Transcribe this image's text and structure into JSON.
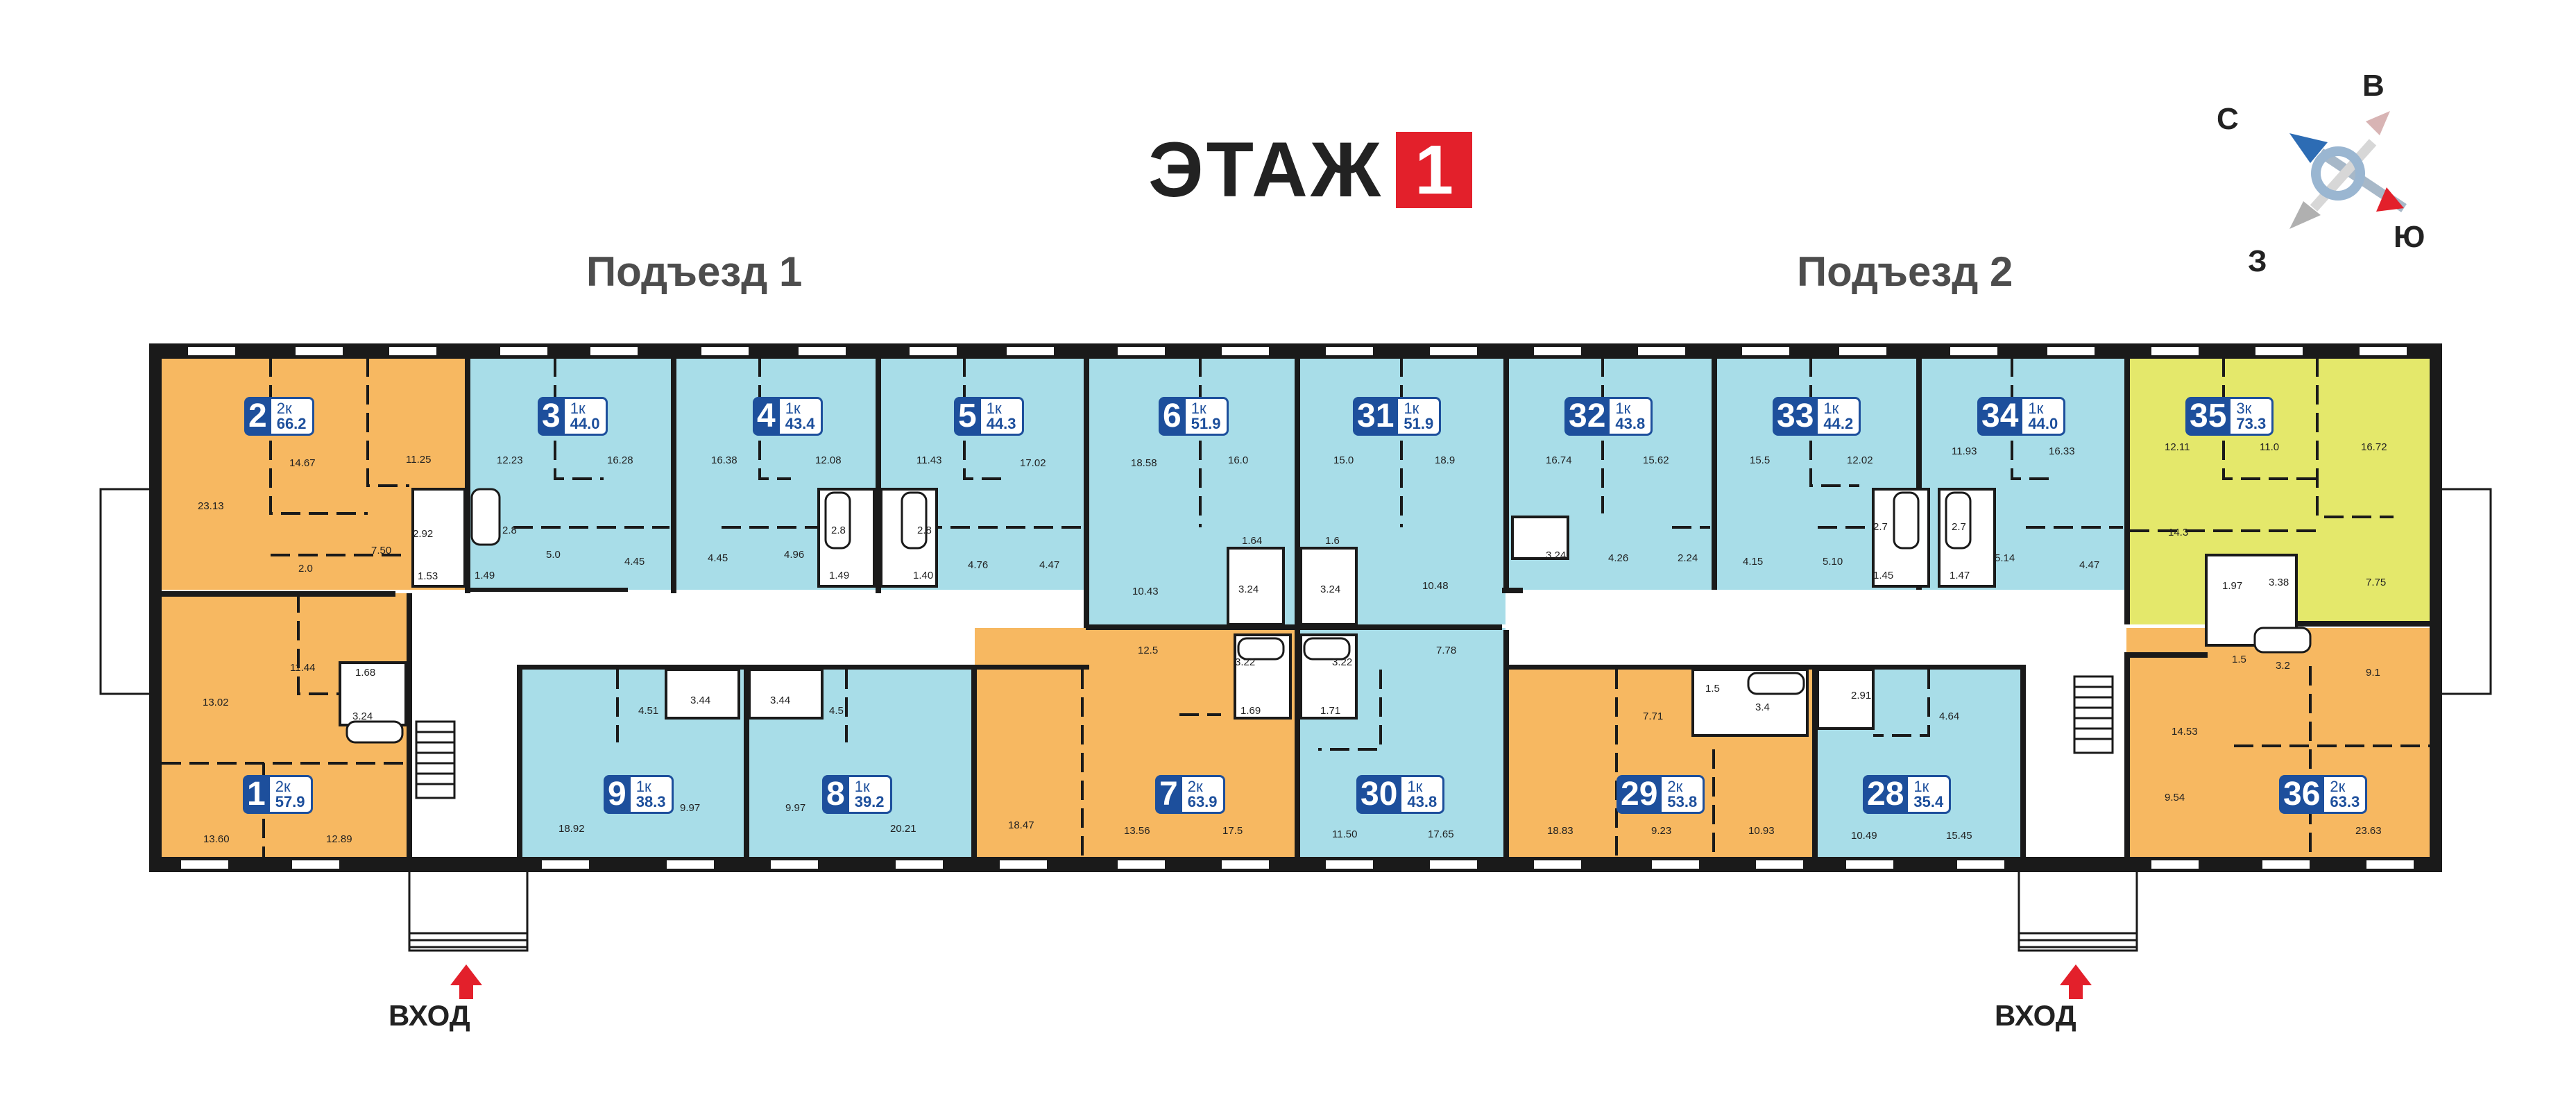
{
  "title": {
    "text": "ЭТАЖ",
    "number": "1"
  },
  "entrances": [
    {
      "label": "Подъезд 1"
    },
    {
      "label": "Подъезд 2"
    }
  ],
  "entry_label": "ВХОД",
  "compass": {
    "north": "С",
    "east": "В",
    "south": "Ю",
    "west": "З"
  },
  "colors": {
    "two_room": "#f7b861",
    "one_room": "#a8dde8",
    "three_room": "#e4e86b",
    "badge": "#1d4f9c",
    "accent": "#e3202b",
    "wall": "#1a1a1a"
  },
  "apartments": [
    {
      "number": "2",
      "type": "2к",
      "area": "66.2"
    },
    {
      "number": "3",
      "type": "1к",
      "area": "44.0"
    },
    {
      "number": "4",
      "type": "1к",
      "area": "43.4"
    },
    {
      "number": "5",
      "type": "1к",
      "area": "44.3"
    },
    {
      "number": "6",
      "type": "1к",
      "area": "51.9"
    },
    {
      "number": "31",
      "type": "1к",
      "area": "51.9"
    },
    {
      "number": "32",
      "type": "1к",
      "area": "43.8"
    },
    {
      "number": "33",
      "type": "1к",
      "area": "44.2"
    },
    {
      "number": "34",
      "type": "1к",
      "area": "44.0"
    },
    {
      "number": "35",
      "type": "3к",
      "area": "73.3"
    },
    {
      "number": "1",
      "type": "2к",
      "area": "57.9"
    },
    {
      "number": "9",
      "type": "1к",
      "area": "38.3"
    },
    {
      "number": "8",
      "type": "1к",
      "area": "39.2"
    },
    {
      "number": "7",
      "type": "2к",
      "area": "63.9"
    },
    {
      "number": "30",
      "type": "1к",
      "area": "43.8"
    },
    {
      "number": "29",
      "type": "2к",
      "area": "53.8"
    },
    {
      "number": "28",
      "type": "1к",
      "area": "35.4"
    },
    {
      "number": "36",
      "type": "2к",
      "area": "63.3"
    }
  ],
  "room_areas": [
    "23.13",
    "14.67",
    "11.25",
    "2.92",
    "7.50",
    "1.53",
    "2.0",
    "12.23",
    "16.28",
    "2.8",
    "1.49",
    "5.0",
    "4.45",
    "16.38",
    "12.08",
    "4.45",
    "4.96",
    "2.8",
    "1.49",
    "11.43",
    "17.02",
    "2.8",
    "1.40",
    "4.76",
    "4.47",
    "18.58",
    "16.0",
    "1.64",
    "3.24",
    "10.43",
    "15.0",
    "18.9",
    "1.6",
    "3.24",
    "10.48",
    "16.74",
    "15.62",
    "3.24",
    "4.26",
    "2.24",
    "15.5",
    "12.02",
    "2.7",
    "4.15",
    "5.10",
    "1.45",
    "11.93",
    "16.33",
    "2.7",
    "1.47",
    "5.14",
    "4.47",
    "12.11",
    "11.0",
    "16.72",
    "14.3",
    "1.97",
    "3.38",
    "7.75",
    "1.5",
    "3.2",
    "11.44",
    "1.68",
    "13.02",
    "3.24",
    "13.60",
    "12.89",
    "4.51",
    "3.44",
    "18.92",
    "9.97",
    "3.44",
    "4.5",
    "9.97",
    "20.21",
    "12.5",
    "3.22",
    "1.69",
    "18.47",
    "13.56",
    "17.5",
    "7.78",
    "3.22",
    "1.71",
    "11.50",
    "17.65",
    "1.5",
    "7.71",
    "3.4",
    "18.83",
    "9.23",
    "10.93",
    "2.91",
    "4.64",
    "10.49",
    "15.45",
    "9.1",
    "14.53",
    "9.54",
    "23.63"
  ]
}
